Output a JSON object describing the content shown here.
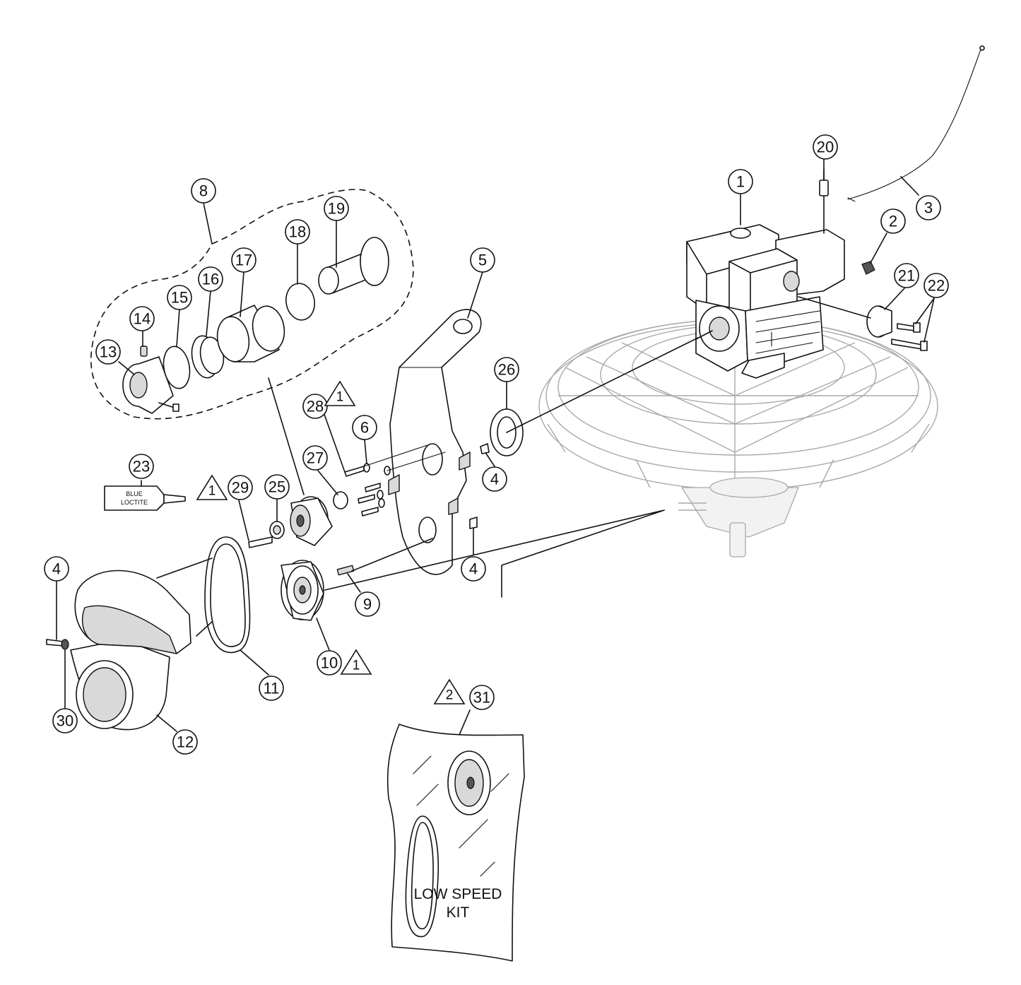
{
  "callouts": {
    "c1": "1",
    "c2": "2",
    "c3": "3",
    "c4a": "4",
    "c4b": "4",
    "c4c": "4",
    "c5": "5",
    "c6": "6",
    "c8": "8",
    "c9": "9",
    "c10": "10",
    "c11": "11",
    "c12": "12",
    "c13": "13",
    "c14": "14",
    "c15": "15",
    "c16": "16",
    "c17": "17",
    "c18": "18",
    "c19": "19",
    "c20": "20",
    "c21": "21",
    "c22": "22",
    "c23": "23",
    "c25": "25",
    "c26": "26",
    "c27": "27",
    "c28": "28",
    "c29": "29",
    "c30": "30",
    "c31": "31"
  },
  "notes": {
    "t1a": "1",
    "t1b": "1",
    "t1c": "1",
    "t2": "2"
  },
  "loctite": {
    "line1": "BLUE",
    "line2": "LOCTITE"
  },
  "kit": {
    "line1": "LOW SPEED",
    "line2": "KIT"
  }
}
